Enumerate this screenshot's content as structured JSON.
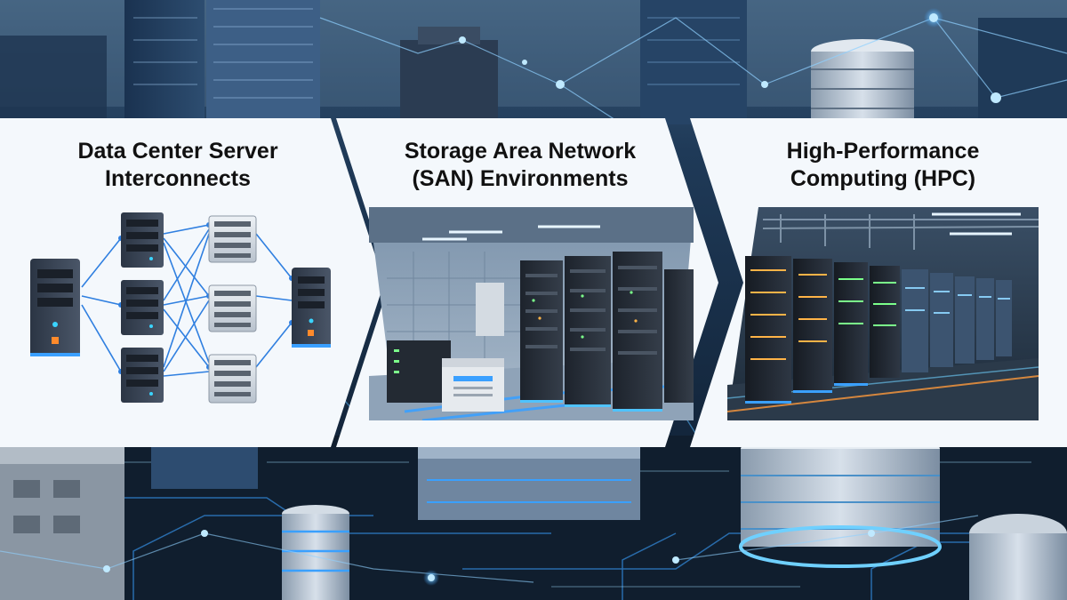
{
  "panels": [
    {
      "title": "Data Center Server\nInterconnects",
      "illustration": "server-network-diagram"
    },
    {
      "title": "Storage Area Network\n(SAN) Environments",
      "illustration": "san-server-room"
    },
    {
      "title": "High-Performance\nComputing (HPC)",
      "illustration": "hpc-cluster-hall"
    }
  ],
  "colors": {
    "accent": "#3aa0ff",
    "panel": "#f4f8fc",
    "background": "#12263d"
  }
}
